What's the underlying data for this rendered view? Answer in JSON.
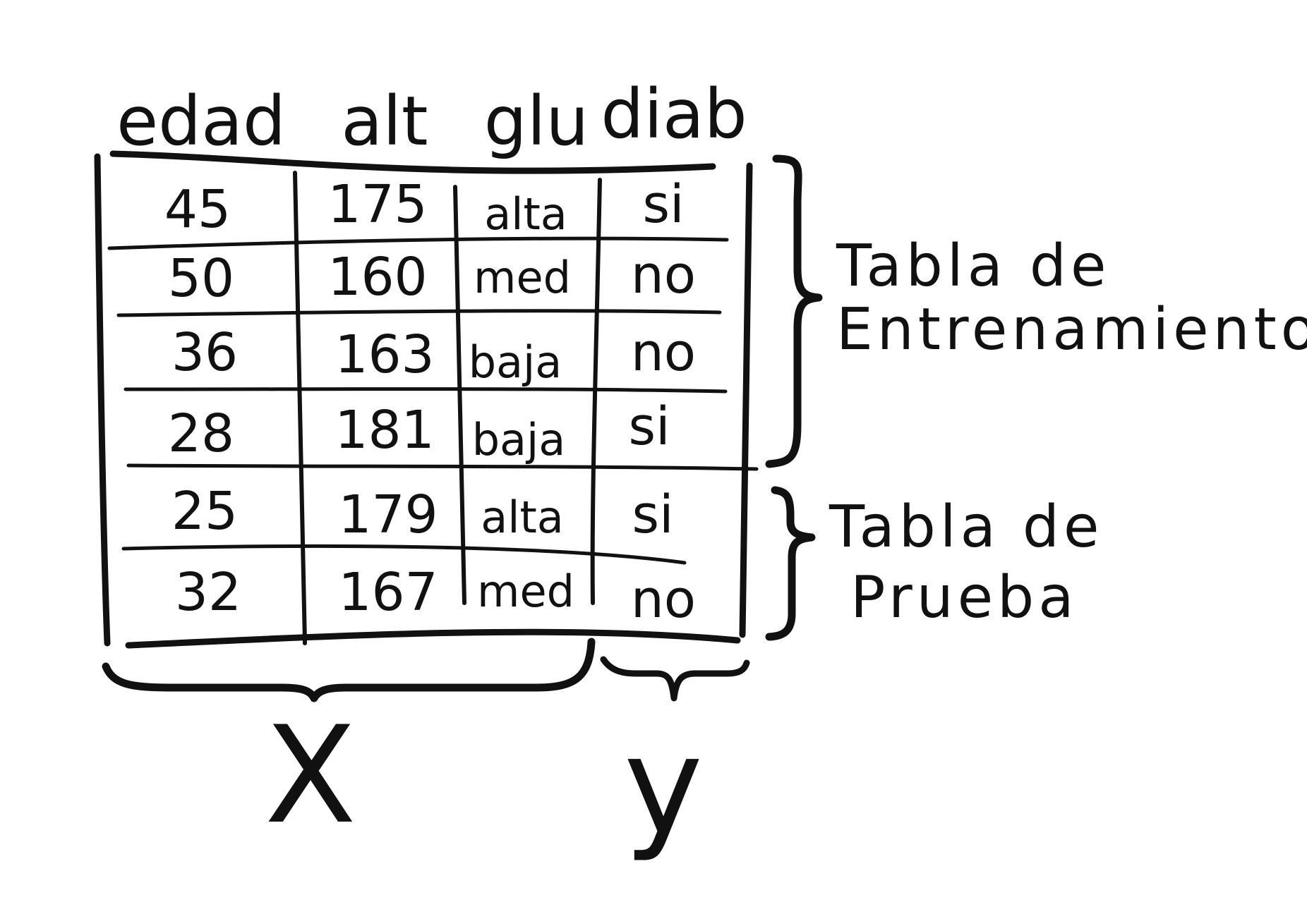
{
  "columns": [
    "edad",
    "alt",
    "glu",
    "diab"
  ],
  "rows": [
    [
      "45",
      "175",
      "alta",
      "si"
    ],
    [
      "50",
      "160",
      "med",
      "no"
    ],
    [
      "36",
      "163",
      "baja",
      "no"
    ],
    [
      "28",
      "181",
      "baja",
      "si"
    ],
    [
      "25",
      "179",
      "alta",
      "si"
    ],
    [
      "32",
      "167",
      "med",
      "no"
    ]
  ],
  "training_label": {
    "line1": "Tabla de",
    "line2": "Entrenamiento"
  },
  "test_label": {
    "line1": "Tabla de",
    "line2": "Prueba"
  },
  "x_label": "X",
  "y_label": "y",
  "ink_color": "#111111"
}
